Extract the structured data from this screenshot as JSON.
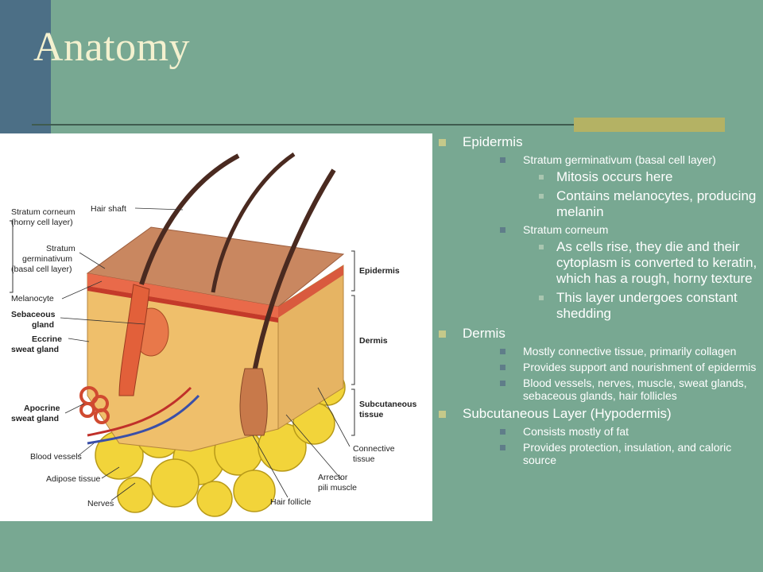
{
  "slide": {
    "title": "Anatomy",
    "colors": {
      "background": "#78a892",
      "side_bar": "#4c6f86",
      "title_text": "#f4f1cf",
      "accent_bar": "#b4b264",
      "bullet_text": "#ffffff"
    }
  },
  "figure": {
    "labels": {
      "hair_shaft": "Hair shaft",
      "stratum_corneum_1": "Stratum corneum",
      "stratum_corneum_2": "(horny cell layer)",
      "stratum_germ_1": "Stratum",
      "stratum_germ_2": "germinativum",
      "stratum_germ_3": "(basal cell layer)",
      "melanocyte": "Melanocyte",
      "sebaceous_1": "Sebaceous",
      "sebaceous_2": "gland",
      "eccrine_1": "Eccrine",
      "eccrine_2": "sweat gland",
      "apocrine_1": "Apocrine",
      "apocrine_2": "sweat gland",
      "blood_vessels": "Blood vessels",
      "adipose": "Adipose tissue",
      "nerves": "Nerves",
      "hair_follicle": "Hair follicle",
      "arrector_1": "Arrector",
      "arrector_2": "pili muscle",
      "connective_1": "Connective",
      "connective_2": "tissue",
      "epidermis": "Epidermis",
      "dermis": "Dermis",
      "subcutaneous_1": "Subcutaneous",
      "subcutaneous_2": "tissue"
    }
  },
  "bullets": {
    "epidermis": {
      "label": "Epidermis",
      "germinativum": {
        "label": "Stratum germinativum (basal cell layer)",
        "points": [
          "Mitosis occurs here",
          "Contains melanocytes, producing melanin"
        ]
      },
      "corneum": {
        "label": "Stratum corneum",
        "points": [
          "As cells rise, they die and their cytoplasm is converted to keratin, which has a rough, horny texture",
          "This layer undergoes constant shedding"
        ]
      }
    },
    "dermis": {
      "label": "Dermis",
      "points": [
        "Mostly connective tissue, primarily collagen",
        "Provides support and nourishment of epidermis",
        "Blood vessels, nerves, muscle, sweat glands, sebaceous glands, hair follicles"
      ]
    },
    "subcutaneous": {
      "label": "Subcutaneous Layer (Hypodermis)",
      "points": [
        "Consists mostly of fat",
        "Provides protection, insulation, and caloric source"
      ]
    }
  }
}
